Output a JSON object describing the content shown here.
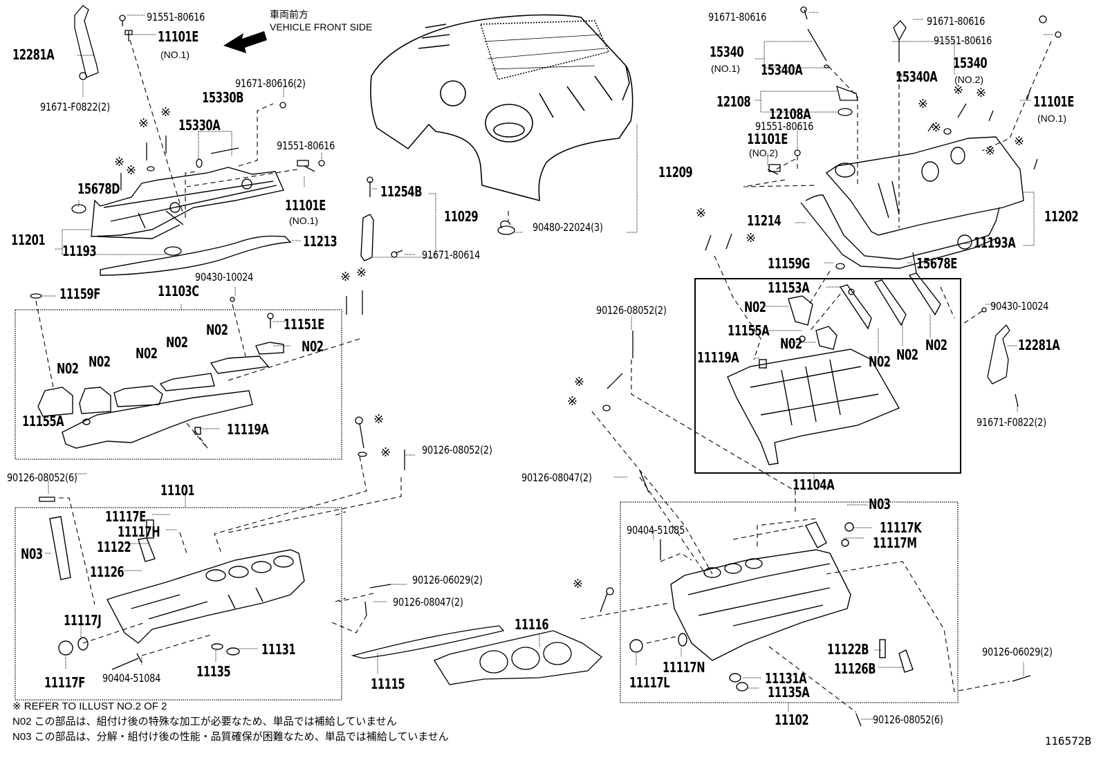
{
  "diagram": {
    "illustration_number": "116572B",
    "orientation": {
      "japanese": "車両前方",
      "english": "VEHICLE FRONT SIDE",
      "arrow_icon": "left-arrow"
    },
    "reference_mark": "※",
    "notes": [
      "※ REFER TO ILLUST NO.2 OF 2",
      "N02 この部品は、組付け後の特殊な加工が必要なため、単品では補給していません",
      "N03 この部品は、分解・組付け後の性能・品質確保が困難なため、単品では補給していません"
    ],
    "labels": {
      "l12281A_left": "12281A",
      "l91551_top": "91551-80616",
      "l11101E_top": "11101E",
      "l11101E_top_sub": "(NO.1)",
      "l91671F_left": "91671-F0822(2)",
      "l91671_2": "91671-80616(2)",
      "l15330B": "15330B",
      "l15330A": "15330A",
      "l91551_mid": "91551-80616",
      "l15678D": "15678D",
      "l11101E_mid": "11101E",
      "l11101E_mid_sub": "(NO.1)",
      "l11201": "11201",
      "l11193": "11193",
      "l11213": "11213",
      "l90430_left": "90430-10024",
      "l11159F": "11159F",
      "l11103C": "11103C",
      "l11151E": "11151E",
      "l_n02_a": "N02",
      "l_n02_b": "N02",
      "l_n02_c": "N02",
      "l_n02_d": "N02",
      "l_n02_e": "N02",
      "l_n02_f": "N02",
      "l11155A_left": "11155A",
      "l11119A_left": "11119A",
      "l90126_6_left": "90126-08052(6)",
      "l11101": "11101",
      "l11117E": "11117E",
      "l11117H": "11117H",
      "l11122": "11122",
      "l11126": "11126",
      "l_n03_left": "N03",
      "l11117J": "11117J",
      "l11117F": "11117F",
      "l90404_51084": "90404-51084",
      "l11135": "11135",
      "l11131": "11131",
      "l11254B": "11254B",
      "l11029": "11029",
      "l91671_80614": "91671-80614",
      "l11209": "11209",
      "l90480": "90480-22024(3)",
      "l90126_08052_2_mid": "90126-08052(2)",
      "l90126_06029_mid": "90126-06029(2)",
      "l90126_08047_mid": "90126-08047(2)",
      "l11116": "11116",
      "l11115": "11115",
      "l91671_r1": "91671-80616",
      "l91671_r2": "91671-80616",
      "l91551_r1": "91551-80616",
      "l15340_no1": "15340",
      "l15340_no1_sub": "(NO.1)",
      "l15340A_1": "15340A",
      "l15340_no2": "15340",
      "l15340_no2_sub": "(NO.2)",
      "l15340A_2": "15340A",
      "l12108": "12108",
      "l12108A": "12108A",
      "l91551_r2": "91551-80616",
      "l11101E_no2": "11101E",
      "l11101E_no2_sub": "(NO.2)",
      "l11101E_r": "11101E",
      "l11101E_r_sub": "(NO.1)",
      "l11214": "11214",
      "l11202": "11202",
      "l11193A": "11193A",
      "l11159G": "11159G",
      "l15678E": "15678E",
      "l11153A": "11153A",
      "l_n02_r1": "N02",
      "l11155A_r": "11155A",
      "l_n02_r2": "N02",
      "l11119A_r": "11119A",
      "l_n02_r3": "N02",
      "l_n02_r4": "N02",
      "l_n02_r5": "N02",
      "l90430_r": "90430-10024",
      "l12281A_r": "12281A",
      "l91671F_r": "91671-F0822(2)",
      "l90126_08052_2_r": "90126-08052(2)",
      "l11104A": "11104A",
      "l90126_08047_r": "90126-08047(2)",
      "l90404_51085": "90404-51085",
      "l_n03_r": "N03",
      "l11117K": "11117K",
      "l11117M": "11117M",
      "l11122B": "11122B",
      "l11126B": "11126B",
      "l11117N": "11117N",
      "l11117L": "11117L",
      "l11131A": "11131A",
      "l11135A": "11135A",
      "l11102": "11102",
      "l90126_06029_r": "90126-06029(2)",
      "l90126_08052_6_r": "90126-08052(6)"
    }
  }
}
